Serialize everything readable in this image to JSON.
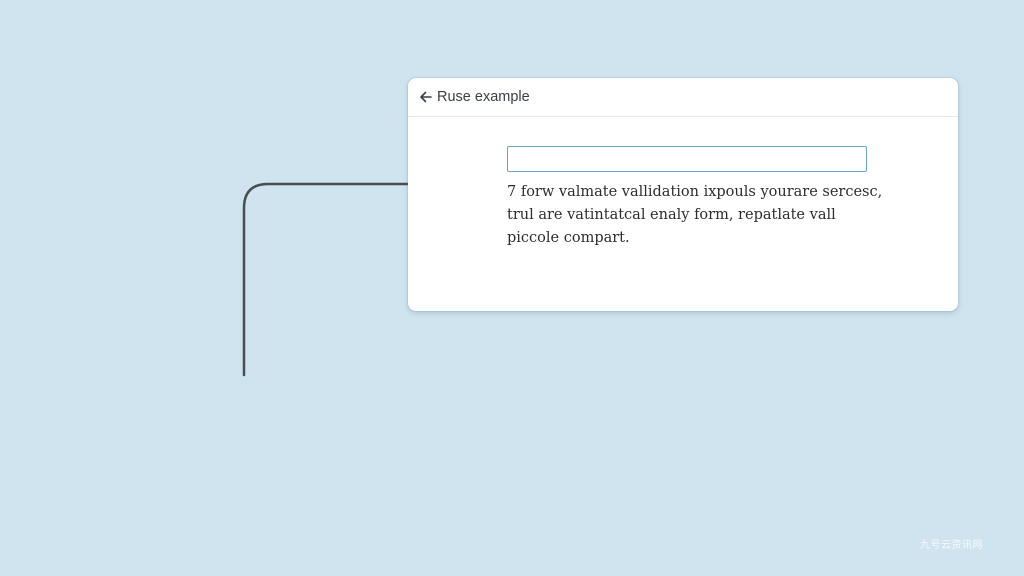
{
  "panel": {
    "back_label": "Ruse example",
    "input": {
      "value": "",
      "placeholder": ""
    },
    "message_lines": [
      "7 forw valmate vallidation ixpouls yourare sercesc,",
      "trul are vatintatcal enaly form, repatlate vall",
      "piccole compart."
    ]
  },
  "watermark": "九号云资讯网",
  "icons": {
    "back": "arrow-left-icon",
    "connector": "arrow-right-icon"
  },
  "colors": {
    "background": "#cfe4ef",
    "panel": "#ffffff",
    "input_border": "#6ba3c4",
    "connector": "#4a4d52"
  }
}
